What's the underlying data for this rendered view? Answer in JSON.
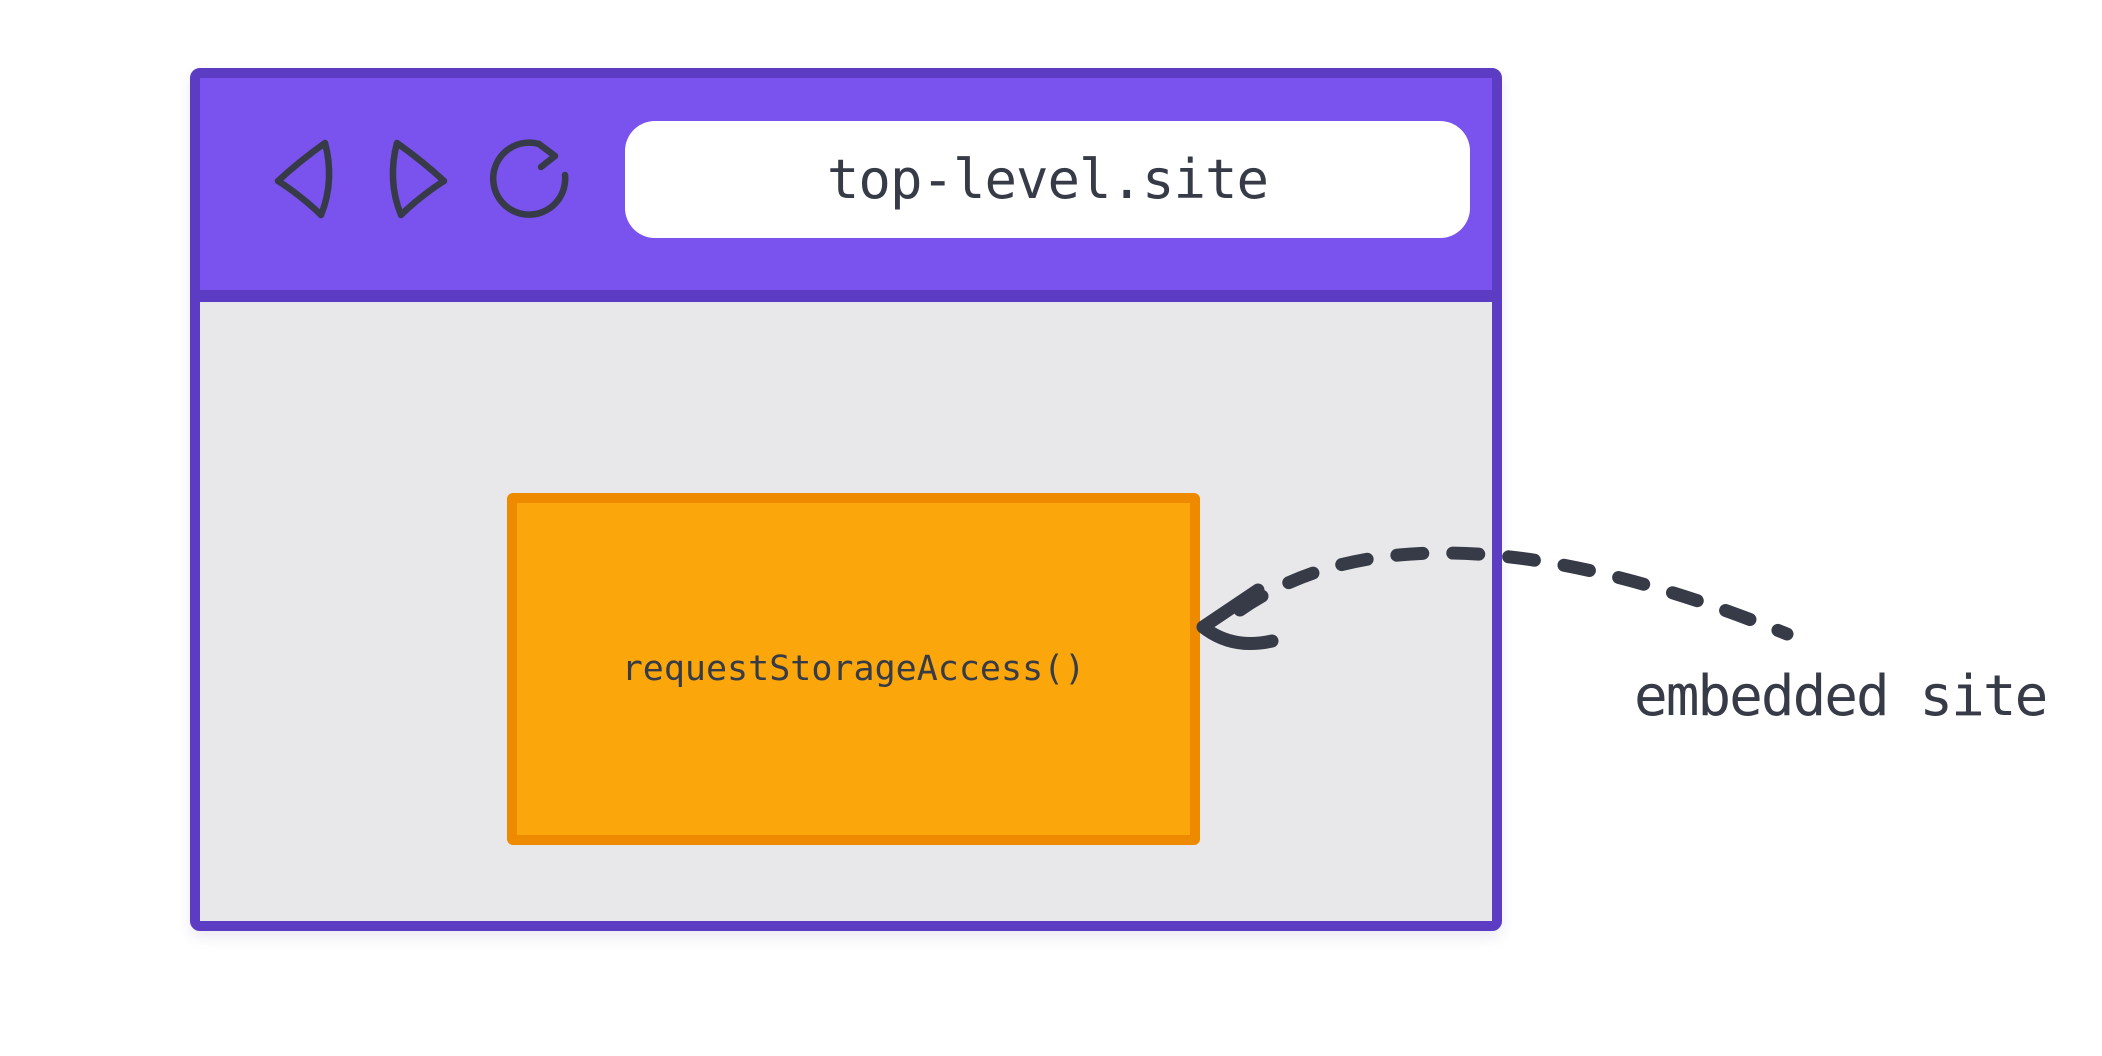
{
  "browser": {
    "url": "top-level.site",
    "toolbar_icons": [
      "back-icon",
      "forward-icon",
      "reload-icon"
    ]
  },
  "frame": {
    "label": "requestStorageAccess()"
  },
  "annotation": {
    "label": "embedded site"
  },
  "colors": {
    "toolbar_purple": "#7a52ee",
    "window_border_purple": "#5d3cc4",
    "content_gray": "#e8e8ea",
    "frame_orange": "#fba60a",
    "frame_border_orange": "#ee8a00",
    "address_bar_bg": "#ffffff",
    "ink": "#363b47",
    "page_bg": "#ffffff"
  }
}
